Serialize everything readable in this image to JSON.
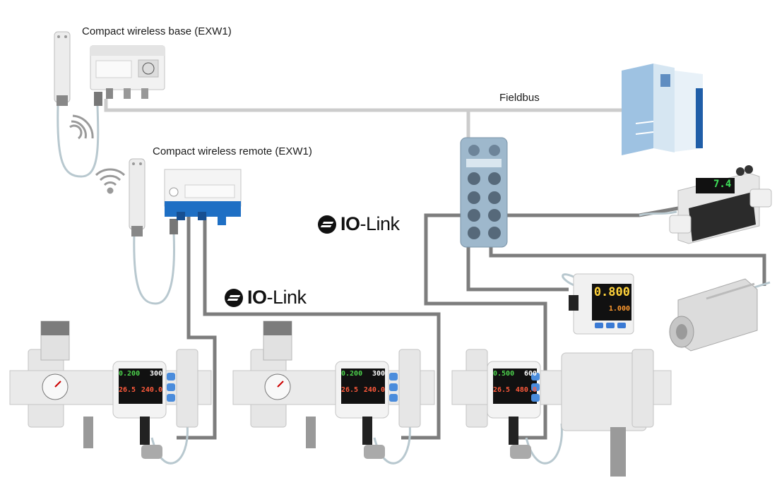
{
  "labels": {
    "base": "Compact wireless base (EXW1)",
    "remote": "Compact wireless remote (EXW1)",
    "fieldbus": "Fieldbus"
  },
  "iolink": {
    "brand_bold": "IO",
    "brand_rest": "-Link"
  },
  "sensors": [
    {
      "top_left": "0.200",
      "top_right": "300",
      "bottom_left": "26.5",
      "bottom_right": "240.0"
    },
    {
      "top_left": "0.200",
      "top_right": "300",
      "bottom_left": "26.5",
      "bottom_right": "240.0"
    },
    {
      "top_left": "0.500",
      "top_right": "600",
      "bottom_left": "26.5",
      "bottom_right": "480.0"
    }
  ],
  "pressure_switch": {
    "main": "0.800",
    "sub": "1.000"
  },
  "flow_switch": {
    "value": "7.4"
  },
  "colors": {
    "cable": "#8c8c8c",
    "fieldbus_line": "#c8c8c8",
    "io_link_blue": "#1e6fc4",
    "plc_blue": "#4f7fbf"
  }
}
